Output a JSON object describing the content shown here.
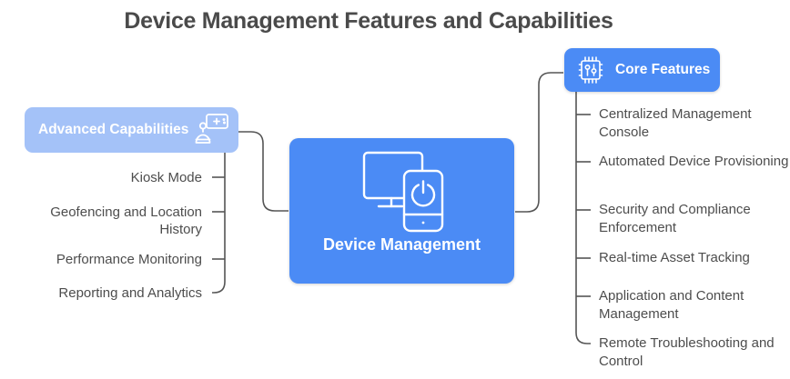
{
  "title": "Device Management Features and Capabilities",
  "colors": {
    "primary_blue": "#4b8bf5",
    "light_blue": "#a4c2f8",
    "connector_line": "#555555",
    "leaf_text": "#4d4d4d",
    "title_text": "#4a4a4a",
    "node_text": "#ffffff"
  },
  "center_node": {
    "label": "Device Management",
    "icon": "monitor-and-phone-icon"
  },
  "left_branch": {
    "label": "Advanced Capabilities",
    "icon": "presenter-with-board-icon",
    "items": [
      "Kiosk Mode",
      "Geofencing and Location History",
      "Performance Monitoring",
      "Reporting and Analytics"
    ]
  },
  "right_branch": {
    "label": "Core Features",
    "icon": "microchip-circuit-icon",
    "items": [
      "Centralized Management Console",
      "Automated Device Provisioning",
      "Security and Compliance Enforcement",
      "Real-time Asset Tracking",
      "Application and Content Management",
      "Remote Troubleshooting and Control"
    ]
  }
}
